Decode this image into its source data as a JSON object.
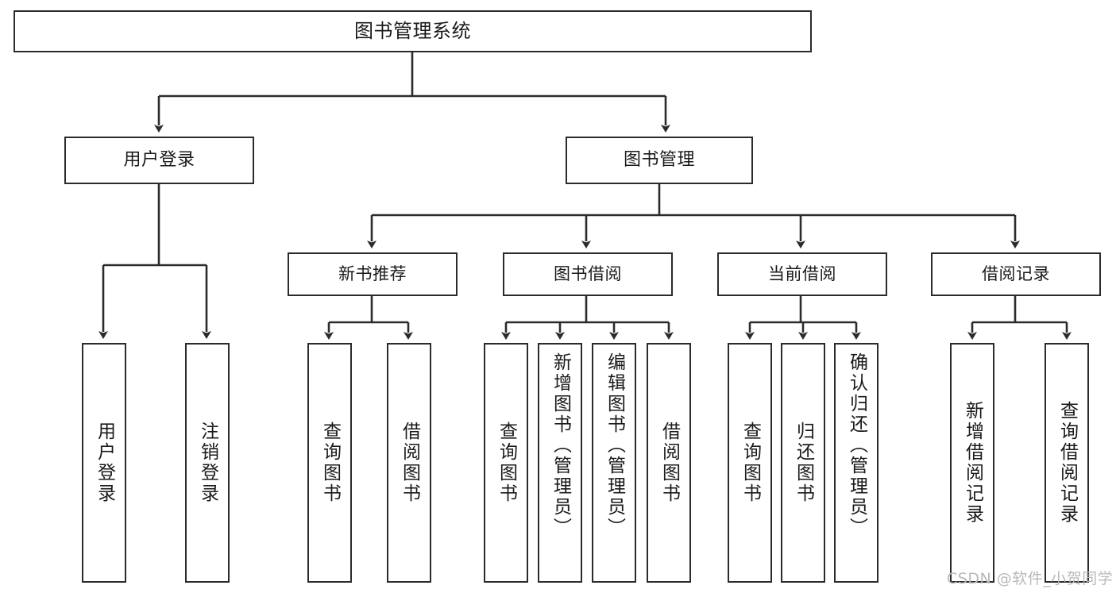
{
  "diagram": {
    "type": "tree-hierarchy-functional-decomposition",
    "root": {
      "id": "root",
      "label": "图书管理系统"
    },
    "level2": [
      {
        "id": "login",
        "label": "用户登录"
      },
      {
        "id": "bookmgmt",
        "label": "图书管理"
      }
    ],
    "level3": [
      {
        "id": "newbook",
        "label": "新书推荐"
      },
      {
        "id": "borrow",
        "label": "图书借阅"
      },
      {
        "id": "current",
        "label": "当前借阅"
      },
      {
        "id": "records",
        "label": "借阅记录"
      }
    ],
    "leaves": {
      "login": [
        {
          "id": "leaf-user-login",
          "label": "用户登录"
        },
        {
          "id": "leaf-logout",
          "label": "注销登录"
        }
      ],
      "newbook": [
        {
          "id": "leaf-query-book-1",
          "label": "查询图书"
        },
        {
          "id": "leaf-borrow-book-1",
          "label": "借阅图书"
        }
      ],
      "borrow": [
        {
          "id": "leaf-query-book-2",
          "label": "查询图书"
        },
        {
          "id": "leaf-add-book",
          "label": "新增图书（管理员）"
        },
        {
          "id": "leaf-edit-book",
          "label": "编辑图书（管理员）"
        },
        {
          "id": "leaf-borrow-book-2",
          "label": "借阅图书"
        }
      ],
      "current": [
        {
          "id": "leaf-query-book-3",
          "label": "查询图书"
        },
        {
          "id": "leaf-return-book",
          "label": "归还图书"
        },
        {
          "id": "leaf-confirm-return",
          "label": "确认归还（管理员）"
        }
      ],
      "records": [
        {
          "id": "leaf-add-record",
          "label": "新增借阅记录"
        },
        {
          "id": "leaf-query-record",
          "label": "查询借阅记录"
        }
      ]
    },
    "watermark": "CSDN @软件_小贺同学",
    "colors": {
      "stroke": "#2b2b2b",
      "fill": "#ffffff",
      "text": "#1a1a1a",
      "watermark": "#b9b9b9"
    }
  }
}
